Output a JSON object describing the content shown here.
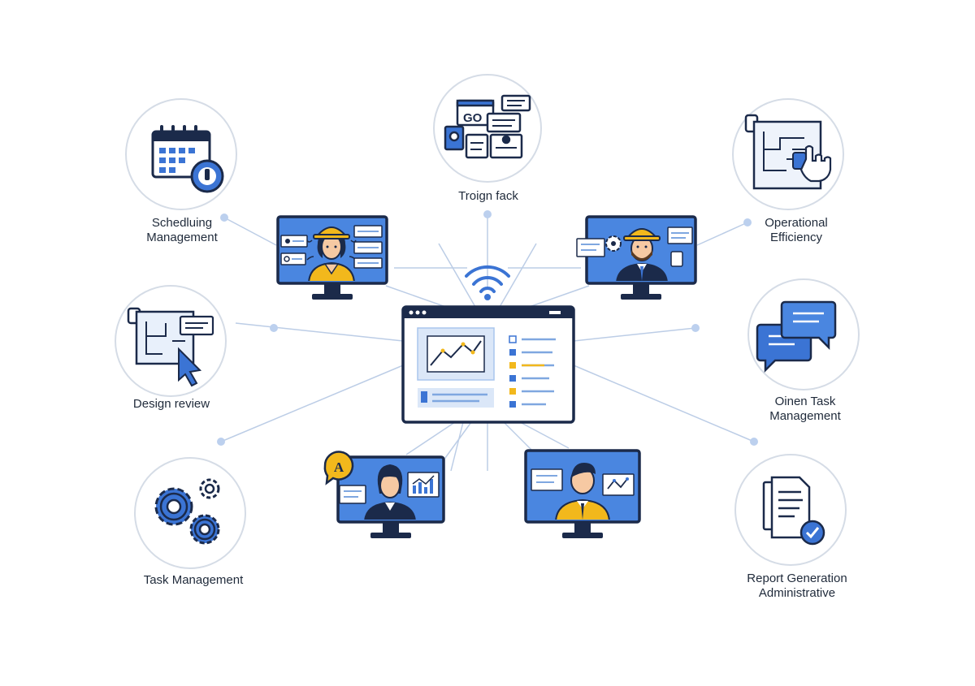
{
  "colors": {
    "navy": "#1b2a4a",
    "blue": "#3b74d4",
    "light_blue": "#a9c6ee",
    "pale_blue": "#e8f0fb",
    "circle_stroke": "#d3dbe6",
    "line": "#b9cbe4",
    "yellow": "#f2b81c",
    "skin": "#f6c9a3"
  },
  "nodes": {
    "scheduling": {
      "line1": "Schedluing",
      "line2": "Management",
      "icon": "calendar-clock-icon"
    },
    "top": {
      "line1": "Troign fack",
      "icon": "workflow-windows-icon"
    },
    "operational": {
      "line1": "Operational",
      "line2": "Efficiency",
      "icon": "blueprint-hand-icon"
    },
    "design": {
      "line1": "Design review",
      "icon": "blueprint-cursor-icon"
    },
    "oinen": {
      "line1": "Oinen Task",
      "line2": "Management",
      "icon": "chat-bubbles-icon"
    },
    "task": {
      "line1": "Task Management",
      "icon": "gears-icon"
    },
    "report": {
      "line1": "Report Generation",
      "line2": "Administrative",
      "icon": "report-check-icon"
    }
  },
  "hub": {
    "icon": "wifi-icon"
  },
  "dashboard": {
    "icon": "dashboard-window-icon",
    "badge_text": "A"
  }
}
